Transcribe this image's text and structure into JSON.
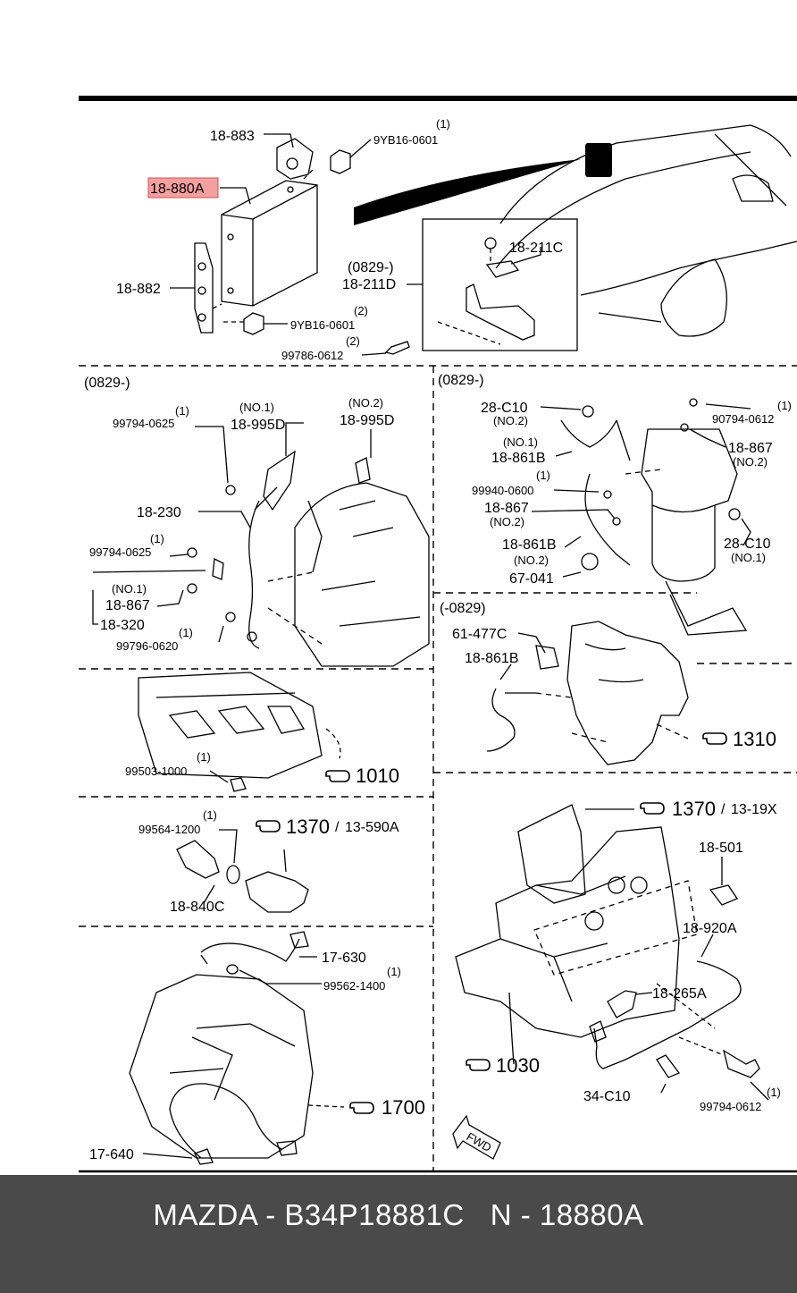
{
  "highlight_color": "#f4a0a0",
  "sections": {
    "ecu": {
      "labels": {
        "bracket_top": "18-883",
        "nut_top_qty": "(1)",
        "nut_top": "9YB16-0601",
        "ecu": "18-880A",
        "bracket_side": "18-882",
        "nut_bottom_qty": "(2)",
        "nut_bottom": "9YB16-0601",
        "inset_range": "(0829-)",
        "inset_part": "18-211D",
        "sensor": "18-211C",
        "bolt_qty": "(2)",
        "bolt": "99786-0612"
      }
    },
    "cam_sensor": {
      "labels": {
        "range": "(0829-)",
        "bolt_a_qty": "(1)",
        "bolt_a": "99794-0625",
        "sensor_d_no": "(NO.1)",
        "sensor_d": "18-995D",
        "sensor_d2_no": "(NO.2)",
        "sensor_d2": "18-995D",
        "harness": "18-230",
        "bolt_b_qty": "(1)",
        "bolt_b": "99794-0625",
        "sensor_867_no": "(NO.1)",
        "sensor_867": "18-867",
        "sensor_320": "18-320",
        "bolt_c_qty": "(1)",
        "bolt_c": "99796-0620"
      }
    },
    "o2_sensors": {
      "labels": {
        "range": "(0829-)",
        "clip_top": "28-C10",
        "clip_top_no": "(NO.2)",
        "bolt_qty": "(1)",
        "bolt": "90794-0612",
        "sensor_no1": "(NO.1)",
        "sensor_b1": "18-861B",
        "sensor_867": "18-867",
        "sensor_867_no": "(NO.2)",
        "bolt2_qty": "(1)",
        "bolt2": "99940-0600",
        "sensor_867b": "18-867",
        "sensor_867b_no": "(NO.2)",
        "sensor_b2": "18-861B",
        "sensor_b2_no": "(NO.2)",
        "gasket": "67-041",
        "clip_bottom": "28-C10",
        "clip_bottom_no": "(NO.1)"
      }
    },
    "o2_front": {
      "labels": {
        "range": "(-0829)",
        "clip": "61-477C",
        "sensor": "18-861B",
        "ref": "1310"
      }
    },
    "head": {
      "labels": {
        "plug_qty": "(1)",
        "plug": "99503-1000",
        "ref": "1010"
      }
    },
    "temp_sensor": {
      "labels": {
        "washer_qty": "(1)",
        "washer": "99564-1200",
        "ref": "1370",
        "ref_sub": "13-590A",
        "sensor": "18-840C"
      }
    },
    "transmission": {
      "labels": {
        "switch": "17-630",
        "washer_qty": "(1)",
        "washer": "99562-1400",
        "ref": "1700",
        "harness": "17-640"
      }
    },
    "block": {
      "labels": {
        "ref_top": "1370",
        "ref_top_sub": "13-19X",
        "knock": "18-501",
        "sensor_a": "18-920A",
        "bracket": "18-265A",
        "ref_block": "1030",
        "clip": "34-C10",
        "bolt_qty": "(1)",
        "bolt": "99794-0612",
        "fwd": "FWD"
      }
    }
  },
  "footer": {
    "text": "MAZDA - B34P18881C   N - 18880A"
  }
}
